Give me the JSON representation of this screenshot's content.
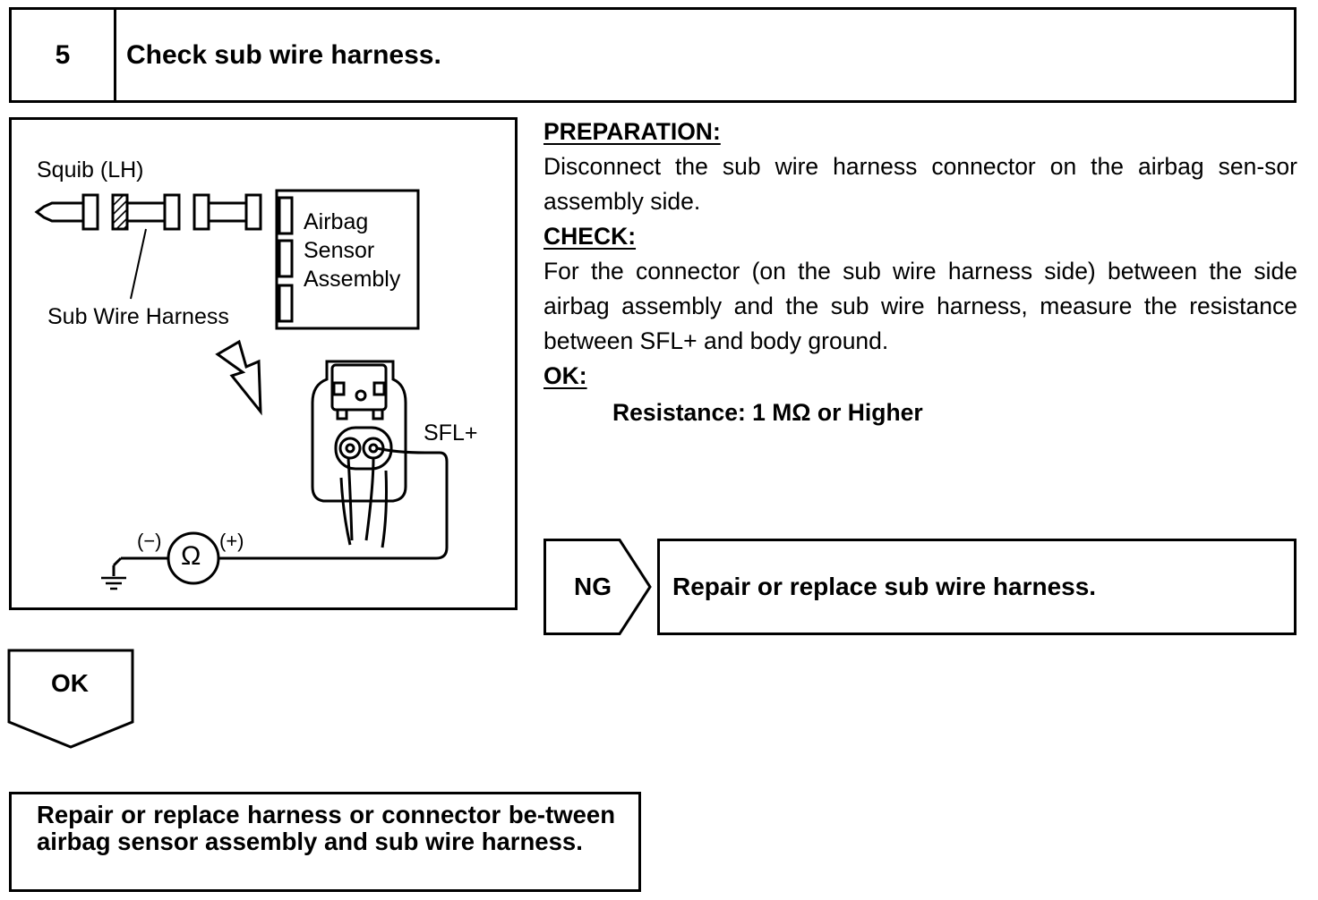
{
  "step": {
    "number": "5",
    "title": "Check sub wire harness."
  },
  "diagram": {
    "squib_label": "Squib (LH)",
    "sensor_label_lines": [
      "Airbag",
      "Sensor",
      "Assembly"
    ],
    "harness_label": "Sub Wire Harness",
    "terminal_label": "SFL+",
    "minus_label": "(−)",
    "plus_label": "(+)",
    "meter_symbol": "Ω"
  },
  "instructions": {
    "preparation_heading": "PREPARATION:",
    "preparation_text": "Disconnect the sub wire harness connector on the airbag sen-sor assembly side.",
    "check_heading": "CHECK:",
    "check_text": "For the connector (on the sub wire harness side) between the side airbag assembly and the sub wire harness, measure the resistance between SFL+ and body ground.",
    "ok_heading": "OK:",
    "ok_spec": "Resistance: 1 MΩ or Higher"
  },
  "ng_branch": {
    "tag": "NG",
    "action": "Repair or replace sub wire harness."
  },
  "ok_branch": {
    "tag": "OK",
    "action": "Repair or replace harness or connector be-tween airbag sensor assembly and sub wire harness."
  }
}
